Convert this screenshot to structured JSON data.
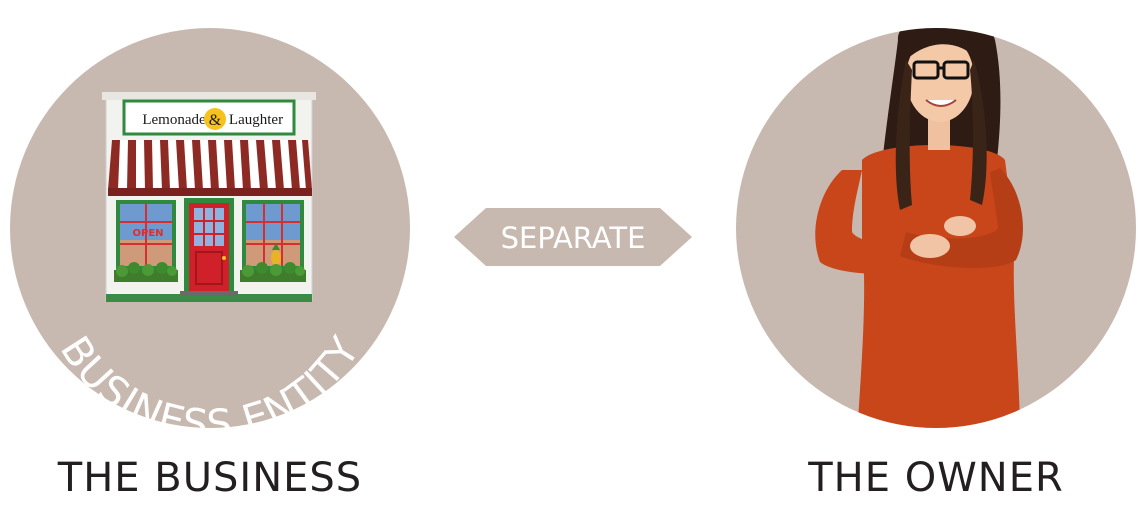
{
  "store": {
    "sign_left": "Lemonade",
    "sign_amp": "&",
    "sign_right": "Laughter",
    "window_sign": "OPEN"
  },
  "entity_label": "BUSINESS ENTITY",
  "connector_label": "SEPARATE",
  "captions": {
    "business": "THE BUSINESS",
    "owner": "THE OWNER"
  },
  "colors": {
    "circle": "#c7b9b0",
    "connector": "#c7b9b0",
    "caption_text": "#231f20",
    "awning_red": "#8e2a24",
    "door_red": "#d0202a",
    "dress": "#c9461b",
    "sign_green": "#2f8a3f"
  }
}
